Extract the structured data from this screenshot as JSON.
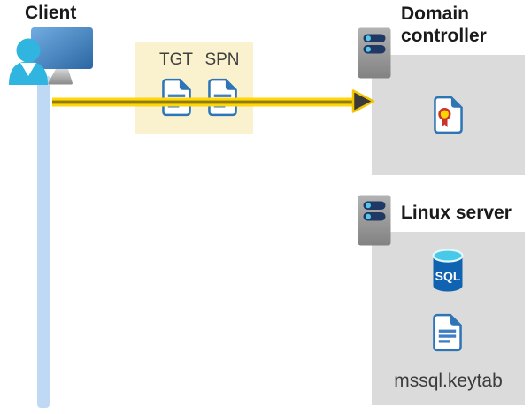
{
  "client": {
    "label": "Client"
  },
  "tickets": {
    "tgt_label": "TGT",
    "spn_label": "SPN"
  },
  "domain_controller": {
    "label": "Domain controller"
  },
  "linux_server": {
    "label": "Linux server",
    "sql_label": "SQL",
    "keytab_label": "mssql.keytab"
  },
  "colors": {
    "highlight_box": "#faf2ce",
    "panel_gray": "#dbdbdb",
    "arrow_yellow": "#ffd60a",
    "arrow_core": "#8f7c00",
    "arrowhead_dark": "#3a3a3a",
    "document_blue": "#2e75b6",
    "document_line_blue": "#3e7ec2",
    "connection_blue": "#bfd9f4",
    "person_cyan": "#30b4e0",
    "monitor_blue": "#2e6da8",
    "sql_body_blue": "#1063b1",
    "sql_top_teal": "#49c9e8",
    "server_slot_navy": "#1f3864",
    "server_dot_cyan": "#55c7ea",
    "cert_ribbon_red": "#c9342c",
    "cert_seal_yellow": "#ffd400"
  }
}
